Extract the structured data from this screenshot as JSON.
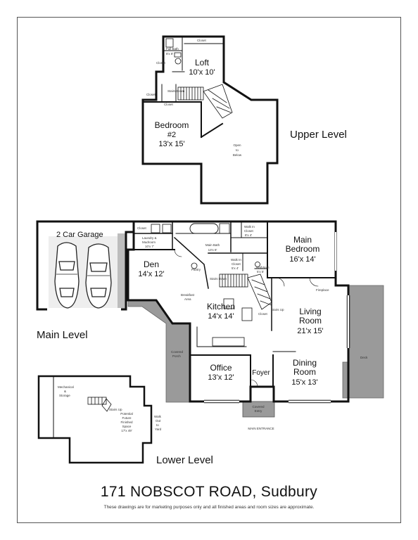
{
  "upper": {
    "level": "Upper Level",
    "loft_name": "Loft",
    "loft_size": "10'x 10'",
    "bed2_name": "Bedroom",
    "bed2_num": "#2",
    "bed2_size": "13'x 15'",
    "full_bath": "Full Bath",
    "full_bath_size": "8'x 8'",
    "closet": "Closet",
    "stairs": "Stairs Down",
    "open_1": "Open",
    "open_2": "to",
    "open_3": "Below"
  },
  "main": {
    "level": "Main Level",
    "garage": "2 Car Garage",
    "closet": "Closet",
    "laundry": "Laundry &",
    "laundry_2": "Mudroom",
    "laundry_size": "10'x 7'",
    "den_name": "Den",
    "den_size": "14'x 12'",
    "main_bath": "Main Bath",
    "main_bath_size": "13'x 8'",
    "wic": "Walk In",
    "wic_2": "Closet",
    "wic_size": "8'x 4'",
    "wic2": "Walk In",
    "wic2_2": "Closet",
    "wic2_size": "5'x 4'",
    "main_bed": "Main",
    "main_bed_2": "Bedroom",
    "main_bed_size": "16'x 14'",
    "half_bath": "Half Bath",
    "half_bath_size": "5'x 5'",
    "pantry": "Pantry",
    "stairs_down": "Stairs Down",
    "stairs_up": "Stairs Up",
    "breakfast": "Breakfast",
    "breakfast_2": "Area",
    "kitchen": "Kitchen",
    "kitchen_size": "14'x 14'",
    "fireplace": "Fireplace",
    "living": "Living",
    "living_2": "Room",
    "living_size": "21'x 15'",
    "covered_porch": "Covered",
    "covered_porch_2": "Porch",
    "office": "Office",
    "office_size": "13'x 12'",
    "foyer": "Foyer",
    "dining": "Dining",
    "dining_2": "Room",
    "dining_size": "15'x 13'",
    "deck": "Deck",
    "covered_entry": "Covered",
    "covered_entry_2": "Entry",
    "main_entrance": "MAIN ENTRANCE"
  },
  "lower": {
    "level": "Lower Level",
    "mech": "Mechanical",
    "mech_2": "&",
    "mech_3": "Storage",
    "stairs": "Stairs Up",
    "future": "Potential",
    "future_2": "Future",
    "future_3": "Finished",
    "future_4": "Space",
    "future_size": "17'x 49'",
    "walkout": "Walk",
    "walkout_2": "Out",
    "walkout_3": "to",
    "walkout_4": "Yard"
  },
  "footer": {
    "title": "171 NOBSCOT ROAD, Sudbury",
    "note": "These drawings are for marketing purposes only and all finished areas and room sizes are approximate."
  }
}
